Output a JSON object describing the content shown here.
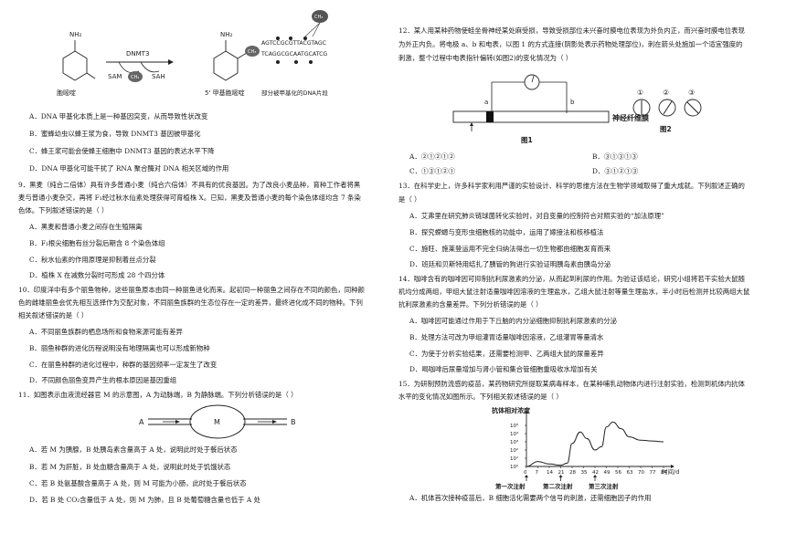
{
  "left": {
    "fig_top": {
      "cytosine_label": "胞嘧啶",
      "methylcytosine_label": "5' 甲基胞嘧啶",
      "enzyme_label": "DNMT3",
      "sam_label": "SAM",
      "sah_label": "SAH",
      "ch3_label": "CH₃",
      "nh2_label": "NH₂",
      "seq_top": "AGTCCGCGTTACGTAGC",
      "seq_bottom": "TCAGGCGCAATGCATCG",
      "dna_caption": "部分被甲基化的DNA片段"
    },
    "q8_opts": [
      "A．DNA 甲基化本质上是一种基因突变，从而导致性状改变",
      "B．蜜蜂幼虫以蜂王浆为食，导致 DNMT3 基因被甲基化",
      "C．蜂王浆可能会使蜂王细胞中 DNMT3 基因的表达水平下降",
      "D．DNA 甲基化可能干扰了 RNA 聚合酶对 DNA 相关区域的作用"
    ],
    "q9_text": [
      "9．黑麦（纯合二倍体）具有许多普通小麦（纯合六倍体）不具有的优良基因。为了改良小麦品种，育种工作者将黑",
      "麦与普通小麦杂交，再将 F₁经过秋水仙素处理获得可育植株 X。已知，黑麦及普通小麦的每个染色体组均含 7 条染",
      "色体。下列叙述错误的是（     ）"
    ],
    "q9_opts": [
      "A．黑麦和普通小麦之间存在生殖隔离",
      "B．F₁根尖细胞有丝分裂后期含 8 个染色体组",
      "C．秋水仙素的作用原理是抑制着丝点分裂",
      "D．植株 X 在减数分裂时可形成 28 个四分体"
    ],
    "q10_text": [
      "10．印度洋中有多个丽鱼物种，这些丽鱼原本由同一种丽鱼进化而来。起初同一种丽鱼之间存在不同的颜色，同种颜",
      "色的雌雄丽鱼会优先相互选择作为交配对象，不同丽鱼族群的生态位存在一定的差异，最终进化成不同的物种。下列",
      "相关叙述错误的是（     ）"
    ],
    "q10_opts": [
      "A．不同丽鱼族群的栖息场所和食物来源可能有差异",
      "B．丽鱼种群的进化历程说明没有地理隔离也可以形成新物种",
      "C．在丽鱼种群的进化过程中，种群的基因频率一定发生了改变",
      "D．不同颜色丽鱼变异产生的根本原因是基因重组"
    ],
    "q11_text": "11．如图表示血液流经器官 M 的示意图，A 为动脉端，B 为静脉端。下列分析错误的是（     ）",
    "q11_fig": {
      "a": "A",
      "m": "M",
      "b": "B"
    },
    "q11_opts": [
      "A．若 M 为胰腺，B 处胰岛素含量高于 A 处，说明此时处于餐后状态",
      "B．若 M 为肝脏，B 处血糖含量高于 A 处，说明此时处于饥饿状态",
      "C．若 B 处氨基酸含量高于 A 处，则 M 可能为小肠，此时处于餐后状态",
      "D．若 B 处 CO₂含量低于 A 处，则 M 为肺，且 B 处葡萄糖含量也低于 A 处"
    ]
  },
  "right": {
    "q12_text": [
      "12．某人用某种药物使蛙坐骨神经某处麻受损，导致受损部位未兴奋时膜电位表现为外负内正，而兴奋时膜电位表现",
      "为外正内负。将电极 a、b 和电表，以图 1 的方式连接(阴影处表示药物处理部位)，刺在箭头处施加一个适宜强度的",
      "刺激，整个过程中电表指针偏转(如图2)的变化情况为（     ）"
    ],
    "q12_fig": {
      "a": "a",
      "b": "b",
      "nerve_label": "神经纤维膜",
      "fig1": "图1",
      "fig2": "图2",
      "dial_labels": [
        "①",
        "②",
        "③"
      ]
    },
    "q12_opts": [
      [
        "A．②①②①②",
        "B．③①③①③"
      ],
      [
        "C．①③①②①",
        "D．③①②①③"
      ]
    ],
    "q13_text": [
      "13．在科学史上，许多科学家利用严谨的实验设计、科学的思维方法在生物学领域取得了重大成就。下列叙述正确的",
      "是（     ）"
    ],
    "q13_opts": [
      "A．艾弗里在研究肺炎链球菌转化实验时，对自变量的控制符合对照实验的“加法原理”",
      "B．探究蝾螈与变形虫细胞核的功能中，运用了嫁接法和核移植法",
      "C．施旺、施莱登运用不完全归纳法得出一切生物都由细胞发育而来",
      "D．班廷和贝斯特用结扎了胰管的狗进行实验证明胰岛素由胰岛分泌"
    ],
    "q14_text": [
      "14．咖啡含有的咖啡因可抑制抗利尿激素的分泌，从而起到利尿的作用。为验证该结论，研究小组将若干实验大鼠随",
      "机均分成两组，甲组大鼠注射适量咖啡因溶液的生理盐水，乙组大鼠注射等量生理盐水，半小时后检测并比较两组大鼠",
      "抗利尿激素的含量差异。下列分析错误的是（     ）"
    ],
    "q14_opts": [
      "A．咖啡因可能通过作用于下丘脑的内分泌细胞抑制抗利尿激素的分泌",
      "B．处理方法可改为甲组灌胃适量咖啡因溶液，乙组灌胃等量清水",
      "C．为使于分析实验结果，还需要检测甲、乙两组大鼠的尿量差异",
      "D．喝咖啡后尿量增加与肾小管和集合管细胞重吸收水增加有关"
    ],
    "q15_text": [
      "15．为研制预防流感的疫苗，某药物研究所提取某病毒样本，在某种哺乳动物体内进行注射实验，检测到机体内抗体",
      "水平的变化情况如图所示。下列相关叙述错误的是（     ）"
    ],
    "q15_opts": [
      "A．机体首次接种疫苗后，B 细胞活化需要两个信号的刺激，还需细胞因子的作用"
    ]
  },
  "chart_data": {
    "type": "line",
    "title": "",
    "ylabel": "抗体相对浓度",
    "xlabel": "时间/d",
    "y_ticks": [
      "10⁰",
      "10¹",
      "10²",
      "10³",
      "10⁴",
      "10⁵"
    ],
    "x_ticks": [
      "0",
      "7",
      "14",
      "21",
      "28",
      "35",
      "42",
      "49",
      "56",
      "63",
      "70",
      "77",
      "84"
    ],
    "series": [
      {
        "values": [
          [
            0,
            0
          ],
          [
            7,
            0.6
          ],
          [
            14,
            0.3
          ],
          [
            21,
            0.15
          ],
          [
            25,
            0.4
          ],
          [
            28,
            2.8
          ],
          [
            33,
            4.2
          ],
          [
            37,
            3.4
          ],
          [
            42,
            2.0
          ],
          [
            46,
            2.4
          ],
          [
            49,
            4.8
          ],
          [
            53,
            5.4
          ],
          [
            58,
            4.6
          ],
          [
            63,
            3.6
          ],
          [
            70,
            3.2
          ],
          [
            77,
            3.1
          ],
          [
            84,
            3.0
          ]
        ]
      }
    ],
    "annotations": [
      "第一次注射",
      "第二次注射",
      "第三次注射"
    ],
    "injection_days": [
      0,
      21,
      42
    ],
    "ylim": [
      0,
      6
    ],
    "xlim": [
      0,
      84
    ],
    "grid": false
  }
}
